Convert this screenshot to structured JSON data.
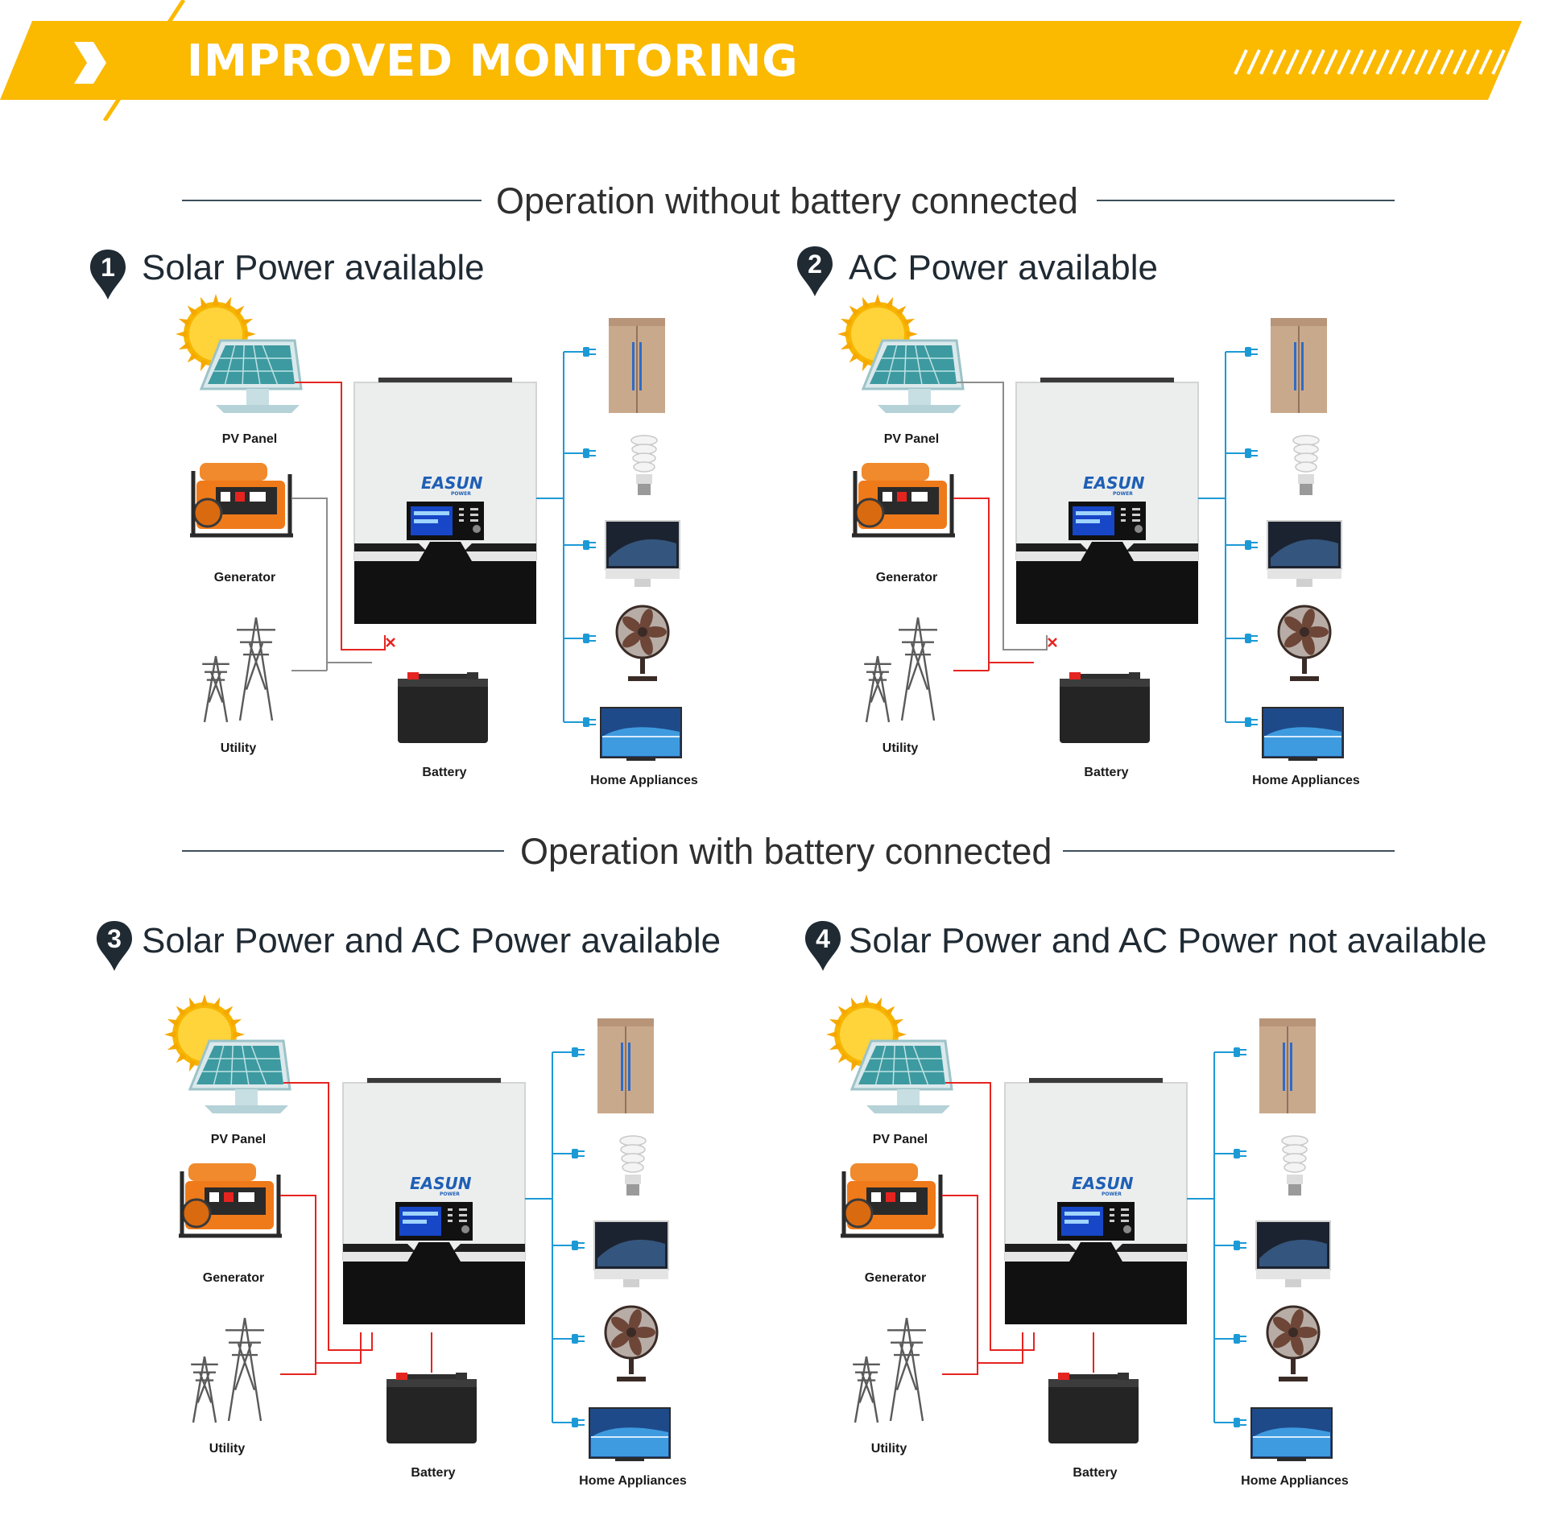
{
  "banner": {
    "title": "IMPROVED MONITORING",
    "color": "#fbb900"
  },
  "sections": [
    {
      "title": "Operation without battery connected"
    },
    {
      "title": "Operation with battery connected"
    }
  ],
  "scenarios": [
    {
      "number": "1",
      "title": "Solar Power available"
    },
    {
      "number": "2",
      "title": "AC Power available"
    },
    {
      "number": "3",
      "title": "Solar Power and AC Power available"
    },
    {
      "number": "4",
      "title": "Solar Power and AC Power not available"
    }
  ],
  "labels": {
    "pv_panel": "PV Panel",
    "generator": "Generator",
    "utility": "Utility",
    "battery": "Battery",
    "home_appliances": "Home Appliances"
  },
  "inverter": {
    "brand_main": "EASUN",
    "brand_sub": "POWER"
  },
  "colors": {
    "active_line": "#e52420",
    "inactive_line": "#8c8c8c",
    "appliance_line": "#1c9ad6",
    "dark_blue": "#1f2a33"
  },
  "icons": [
    "sun-icon",
    "solar-panel-icon",
    "generator-icon",
    "power-tower-icon",
    "battery-icon",
    "inverter-icon",
    "fridge-icon",
    "bulb-icon",
    "monitor-icon",
    "fan-icon",
    "tv-icon",
    "plug-icon",
    "disconnect-x-icon",
    "location-pin-icon",
    "chevron-right-icon"
  ]
}
